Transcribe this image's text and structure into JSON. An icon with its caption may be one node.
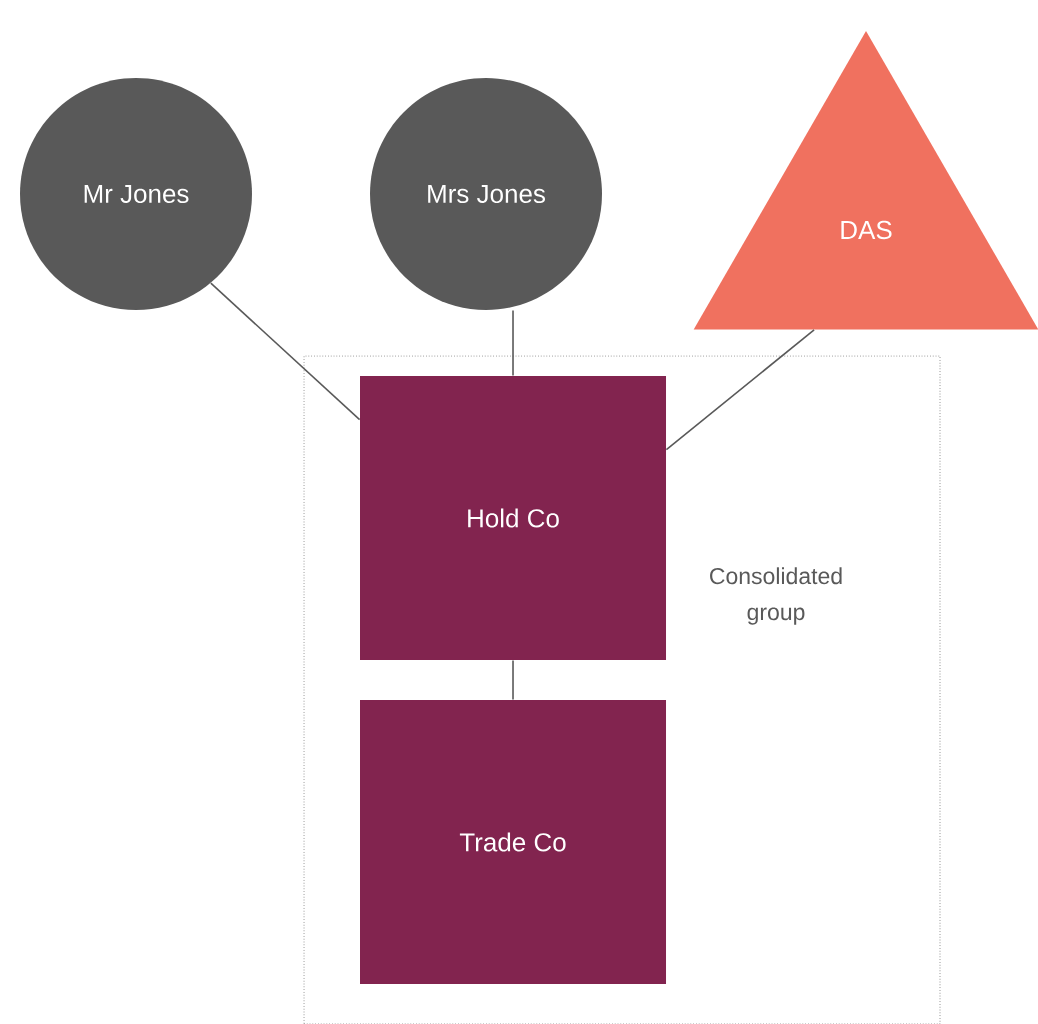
{
  "diagram": {
    "nodes": [
      {
        "text": [
          "Mr Jones"
        ]
      },
      {
        "text": [
          "Mrs Jones"
        ]
      },
      {
        "text": [
          "DAS"
        ]
      },
      {
        "text": [
          "Consolidated group"
        ]
      },
      {
        "text": [
          "Hold Co"
        ],
        "in": 3
      },
      {
        "text": [
          "Trade Co"
        ],
        "in": 3
      }
    ],
    "edges": [
      {
        "from": 0,
        "to": 4,
        "arrow": "none"
      },
      {
        "from": 1,
        "to": 4,
        "arrow": "none"
      },
      {
        "from": 2,
        "to": 4,
        "arrow": "none"
      },
      {
        "from": 4,
        "to": 5,
        "arrow": "none"
      }
    ]
  }
}
